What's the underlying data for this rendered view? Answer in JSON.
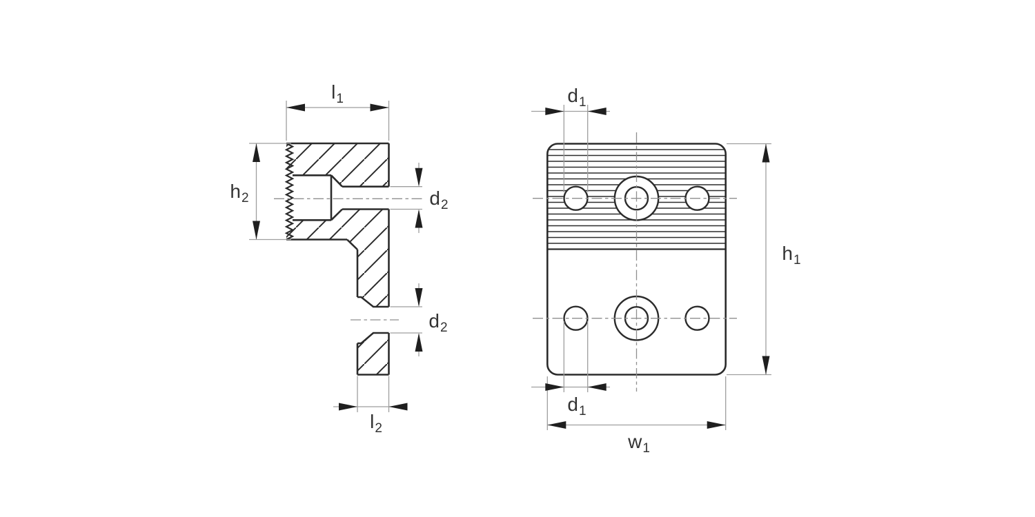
{
  "drawing": {
    "type": "technical-orthographic-drawing",
    "part": "serrated clamp plate with counterbored and countersunk holes",
    "views": {
      "side_section": {
        "name": "side section view",
        "dimension_labels_shown": [
          "l1",
          "h2",
          "d2",
          "d2",
          "l2"
        ]
      },
      "front": {
        "name": "front view",
        "dimension_labels_shown": [
          "d1",
          "h1",
          "d1",
          "w1"
        ]
      }
    }
  },
  "labels": {
    "l1": {
      "base": "l",
      "sub": "1"
    },
    "h2": {
      "base": "h",
      "sub": "2"
    },
    "d2_upper": {
      "base": "d",
      "sub": "2"
    },
    "d2_lower": {
      "base": "d",
      "sub": "2"
    },
    "l2": {
      "base": "l",
      "sub": "2"
    },
    "d1_top": {
      "base": "d",
      "sub": "1"
    },
    "h1": {
      "base": "h",
      "sub": "1"
    },
    "d1_bottom": {
      "base": "d",
      "sub": "1"
    },
    "w1": {
      "base": "w",
      "sub": "1"
    }
  },
  "colors": {
    "background": "#ffffff",
    "outline": "#2b2b2b",
    "dimension_lines": "#9e9e9e",
    "centerlines": "#8f8f8f",
    "arrowheads": "#1f1f1f",
    "label_text": "#333333"
  }
}
